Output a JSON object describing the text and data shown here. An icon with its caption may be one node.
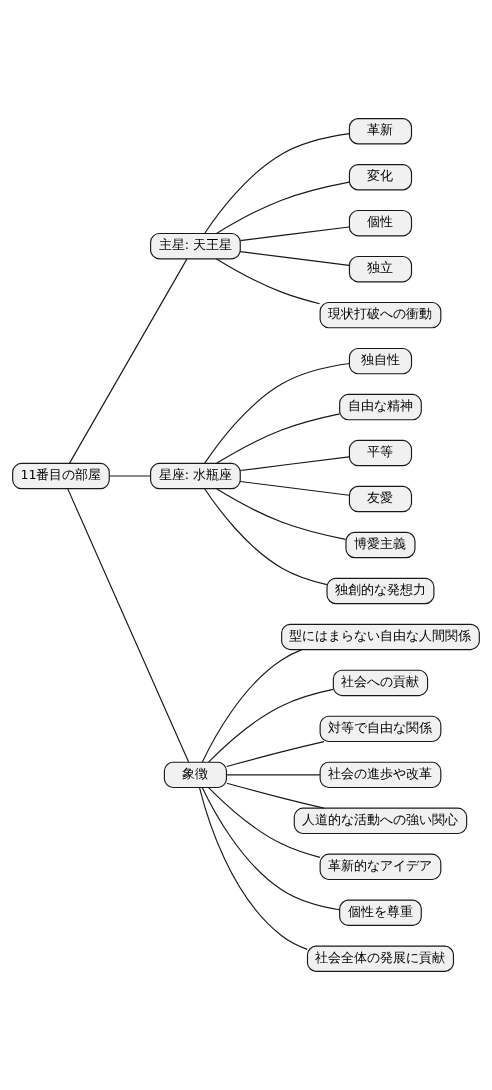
{
  "diagram": {
    "nodes": [
      {
        "text": [
          "11番目の部屋"
        ]
      },
      {
        "text": [
          "主星: 天王星"
        ]
      },
      {
        "text": [
          "革新"
        ]
      },
      {
        "text": [
          "変化"
        ]
      },
      {
        "text": [
          "個性"
        ]
      },
      {
        "text": [
          "独立"
        ]
      },
      {
        "text": [
          "現状打破への衝動"
        ]
      },
      {
        "text": [
          "星座: 水瓶座"
        ]
      },
      {
        "text": [
          "独自性"
        ]
      },
      {
        "text": [
          "自由な精神"
        ]
      },
      {
        "text": [
          "平等"
        ]
      },
      {
        "text": [
          "友愛"
        ]
      },
      {
        "text": [
          "博愛主義"
        ]
      },
      {
        "text": [
          "独創的な発想力"
        ]
      },
      {
        "text": [
          "象徴"
        ]
      },
      {
        "text": [
          "型にはまらない自由な人間関係"
        ]
      },
      {
        "text": [
          "社会への貢献"
        ]
      },
      {
        "text": [
          "対等で自由な関係"
        ]
      },
      {
        "text": [
          "社会の進歩や改革"
        ]
      },
      {
        "text": [
          "人道的な活動への強い関心"
        ]
      },
      {
        "text": [
          "革新的なアイデア"
        ]
      },
      {
        "text": [
          "個性を尊重"
        ]
      },
      {
        "text": [
          "社会全体の発展に貢献"
        ]
      }
    ],
    "edges": [
      {
        "from": 0,
        "to": 1,
        "arrow": "none"
      },
      {
        "from": 1,
        "to": 2,
        "arrow": "none"
      },
      {
        "from": 1,
        "to": 3,
        "arrow": "none"
      },
      {
        "from": 1,
        "to": 4,
        "arrow": "none"
      },
      {
        "from": 1,
        "to": 5,
        "arrow": "none"
      },
      {
        "from": 1,
        "to": 6,
        "arrow": "none"
      },
      {
        "from": 0,
        "to": 7,
        "arrow": "none"
      },
      {
        "from": 7,
        "to": 8,
        "arrow": "none"
      },
      {
        "from": 7,
        "to": 9,
        "arrow": "none"
      },
      {
        "from": 7,
        "to": 10,
        "arrow": "none"
      },
      {
        "from": 7,
        "to": 11,
        "arrow": "none"
      },
      {
        "from": 7,
        "to": 12,
        "arrow": "none"
      },
      {
        "from": 7,
        "to": 13,
        "arrow": "none"
      },
      {
        "from": 0,
        "to": 14,
        "arrow": "none"
      },
      {
        "from": 14,
        "to": 15,
        "arrow": "none"
      },
      {
        "from": 14,
        "to": 16,
        "arrow": "none"
      },
      {
        "from": 14,
        "to": 17,
        "arrow": "none"
      },
      {
        "from": 14,
        "to": 18,
        "arrow": "none"
      },
      {
        "from": 14,
        "to": 19,
        "arrow": "none"
      },
      {
        "from": 14,
        "to": 20,
        "arrow": "none"
      },
      {
        "from": 14,
        "to": 21,
        "arrow": "none"
      },
      {
        "from": 14,
        "to": 22,
        "arrow": "none"
      }
    ]
  }
}
